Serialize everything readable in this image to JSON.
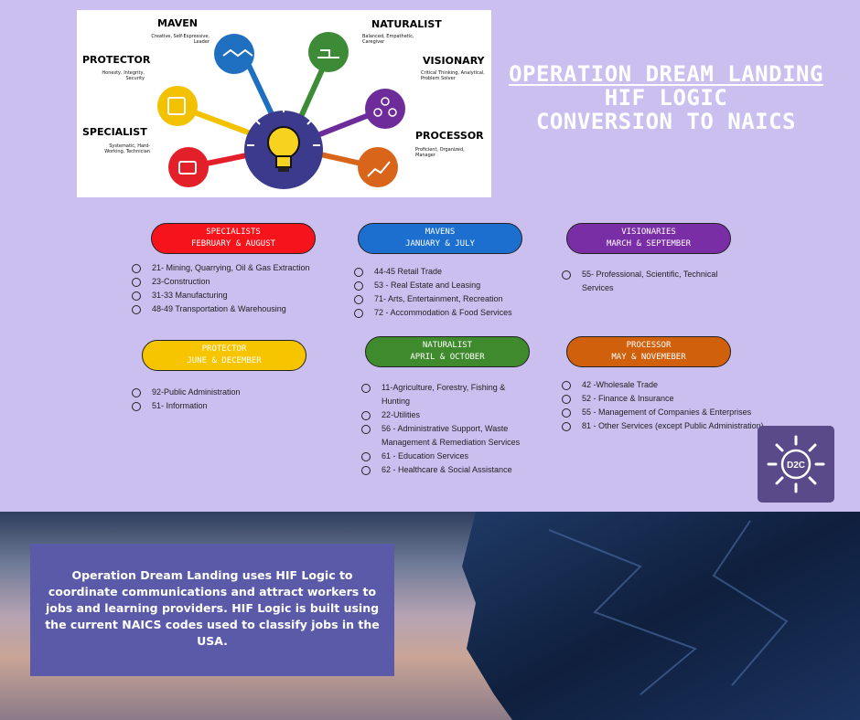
{
  "infographic": {
    "maven": {
      "label": "MAVEN",
      "desc": "Creative, Self-Expressive, Leader"
    },
    "naturalist": {
      "label": "NATURALIST",
      "desc": "Balanced, Empathetic, Caregiver"
    },
    "protector": {
      "label": "PROTECTOR",
      "desc": "Honesty, Integrity, Security"
    },
    "visionary": {
      "label": "VISIONARY",
      "desc": "Critical Thinking, Analytical, Problem Solver"
    },
    "specialist": {
      "label": "SPECIALIST",
      "desc": "Systematic, Hard-Working, Technician"
    },
    "processor": {
      "label": "PROCESSOR",
      "desc": "Proficient, Organized, Manager"
    },
    "colors": {
      "maven": "#1f6fc0",
      "naturalist": "#3d8b37",
      "protector": "#f2c200",
      "visionary": "#6d2c9a",
      "specialist": "#e3202a",
      "processor": "#d9651b",
      "center": "#3c3a8c"
    }
  },
  "title": {
    "line1": "OPERATION DREAM LANDING",
    "line2": "HIF LOGIC",
    "line3": "CONVERSION TO  NAICS"
  },
  "groups": {
    "specialists": {
      "name": "SPECIALISTS",
      "months": "FEBRUARY & AUGUST",
      "color": "#f5141b",
      "items": [
        "21- Mining, Quarrying, Oil & Gas Extraction",
        "23-Construction",
        "31-33 Manufacturing",
        "48-49 Transportation & Warehousing"
      ]
    },
    "mavens": {
      "name": "MAVENS",
      "months": "JANUARY & JULY",
      "color": "#1d6fcf",
      "items": [
        "44-45 Retail Trade",
        "53 - Real Estate and Leasing",
        "71- Arts, Entertainment, Recreation",
        "72 - Accommodation & Food Services"
      ]
    },
    "visionaries": {
      "name": "VISIONARIES",
      "months": "MARCH & SEPTEMBER",
      "color": "#7a2ea6",
      "items": [
        "55- Professional, Scientific, Technical Services"
      ]
    },
    "protector": {
      "name": "PROTECTOR",
      "months": "JUNE & DECEMBER",
      "color": "#f7c500",
      "items": [
        "92-Public Administration",
        "51- Information"
      ]
    },
    "naturalist": {
      "name": "NATURALIST",
      "months": "APRIL & OCTOBER",
      "color": "#3f8a2c",
      "items": [
        "11-Agriculture, Forestry, Fishing & Hunting",
        "22-Utilities",
        "56 - Administrative Support, Waste Management & Remediation Services",
        "61 - Education Services",
        "62 - Healthcare & Social Assistance"
      ]
    },
    "processor": {
      "name": "PROCESSOR",
      "months": "MAY & NOVEMEBER",
      "color": "#d0600c",
      "items": [
        "42 -Wholesale Trade",
        "52 - Finance & Insurance",
        "55 - Management of Companies & Enterprises",
        "81 - Other Services (except Public Administration)"
      ]
    }
  },
  "logo": {
    "text": "D2C"
  },
  "description": "Operation Dream Landing uses HIF Logic to coordinate communications and attract workers to jobs and learning providers. HIF Logic is built using the current NAICS codes used to classify jobs in the USA."
}
